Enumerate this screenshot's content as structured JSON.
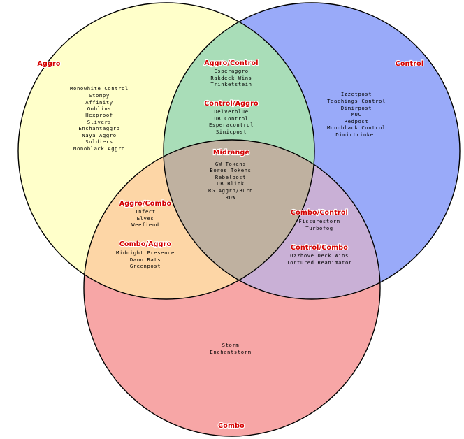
{
  "colors": {
    "aggro": "#ffffca",
    "control": "#99aaf9",
    "combo": "#f7a6a6",
    "aggro_control": "#a9ddb8",
    "control_combo": "#c9b0d6",
    "aggro_combo": "#fdd6a6",
    "midrange": "#bfb1a0"
  },
  "circles": {
    "aggro": "Aggro",
    "control": "Control",
    "combo": "Combo"
  },
  "regions": {
    "aggro": [
      "Monowhite Control",
      "Stompy",
      "Affinity",
      "Goblins",
      "Hexproof",
      "Slivers",
      "Enchantaggro",
      "Naya Aggro",
      "Soldiers",
      "Monoblack Aggro"
    ],
    "control": [
      "Izzetpost",
      "Teachings Control",
      "Dimirpost",
      "MUC",
      "Redpost",
      "Monoblack Control",
      "Dimirtrinket"
    ],
    "combo": [
      "Storm",
      "Enchantstorm"
    ],
    "aggro_control": {
      "title": "Aggro/Control",
      "items": [
        "Esperaggro",
        "Rakdeck Wins",
        "Trinketstein"
      ]
    },
    "control_aggro": {
      "title": "Control/Aggro",
      "items": [
        "Delverblue",
        "UB Control",
        "Esperacontrol",
        "Simicpost"
      ]
    },
    "midrange": {
      "title": "Midrange",
      "items": [
        "GW Tokens",
        "Boros Tokens",
        "Rebelpost",
        "UB Blink",
        "RG Aggro/Burn",
        "RDW"
      ]
    },
    "aggro_combo": {
      "title": "Aggro/Combo",
      "items": [
        "Infect",
        "Elves",
        "Weefiend"
      ]
    },
    "combo_aggro": {
      "title": "Combo/Aggro",
      "items": [
        "Midnight Presence",
        "Damn Rats",
        "Greenpost"
      ]
    },
    "combo_control": {
      "title": "Combo/Control",
      "items": [
        "Fissurestorm",
        "Turbofog"
      ]
    },
    "control_combo": {
      "title": "Control/Combo",
      "items": [
        "Ozzhove Deck Wins",
        "Tortured Reanimator"
      ]
    }
  }
}
